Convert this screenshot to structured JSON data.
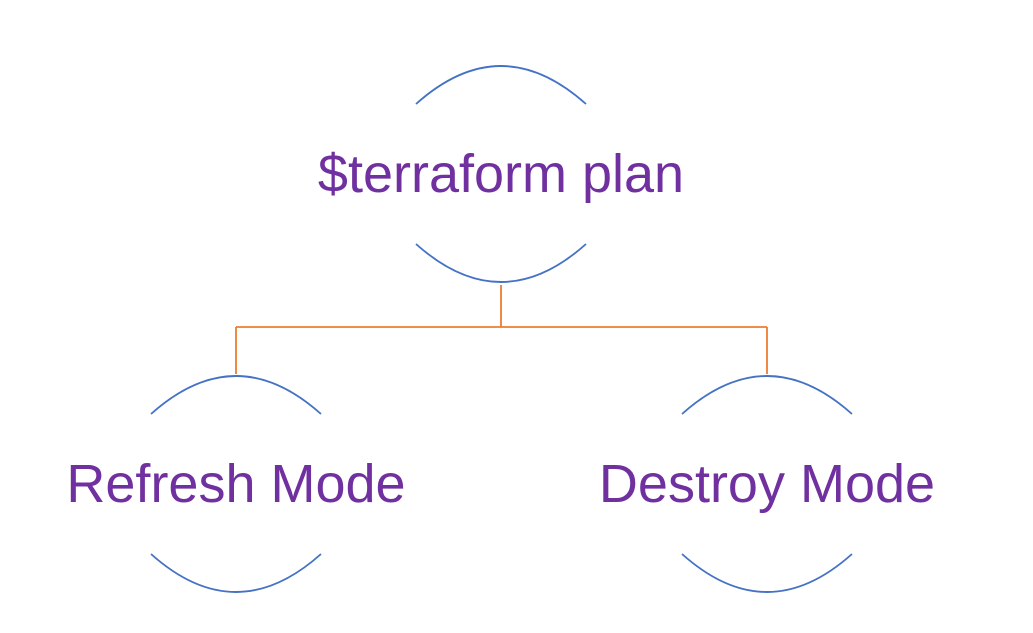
{
  "diagram": {
    "root": {
      "label": "$terraform plan"
    },
    "children": [
      {
        "label": "Refresh Mode"
      },
      {
        "label": "Destroy Mode"
      }
    ]
  },
  "colors": {
    "node_text": "#7030a0",
    "arc_stroke": "#4472c4",
    "connector_stroke": "#ed7d31",
    "background": "#ffffff"
  }
}
